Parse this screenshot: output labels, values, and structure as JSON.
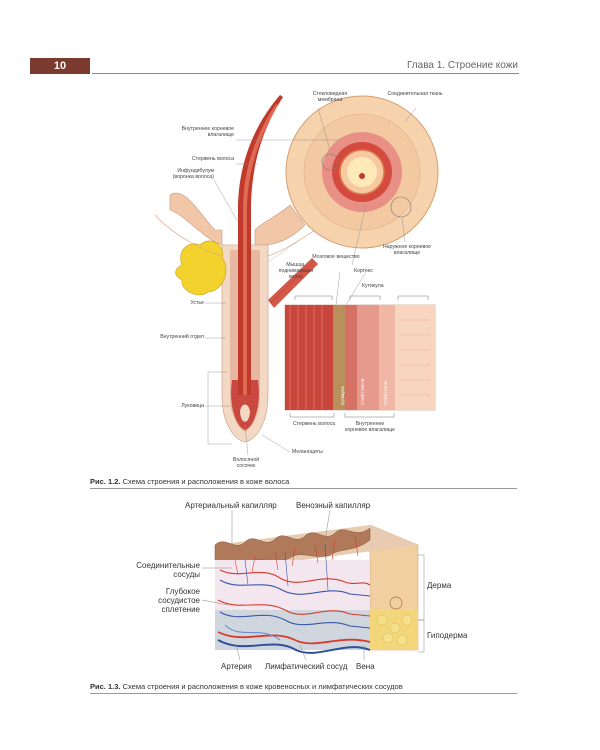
{
  "header": {
    "page_number": "10",
    "chapter_title": "Глава 1. Строение кожи"
  },
  "figure1": {
    "labels": {
      "vitreous_membrane": "Стекловидная мембрана",
      "connective_tissue": "Соединительная ткань",
      "inner_root_sheath_top": "Внутреннее корневое влагалище",
      "hair_shaft_top": "Стержень волоса",
      "infundibulum": "Инфундибулум (воронка волоса)",
      "medulla": "Мозговое вещество",
      "cortex": "Кортекс",
      "cuticle": "Кутикула",
      "arrector_muscle": "Мышца, поднимающая волос",
      "outer_root_sheath": "Наружное корневое влагалище",
      "isthmus": "Устье",
      "inner_part": "Внутренний отдел",
      "bulb": "Луковица",
      "dermal_papilla": "Волосяной сосочек",
      "melanocytes": "Меланоциты",
      "hair_shaft_bottom": "Стержень волоса",
      "inner_root_sheath_bottom": "Внутреннее корневое влагалище",
      "layer_cuticle": "Кутикула",
      "layer_huxley": "Слой Гексли",
      "layer_henle": "Слой Генле"
    },
    "caption_num": "Рис. 1.2.",
    "caption_text": "Схема строения и расположения в коже волоса"
  },
  "figure2": {
    "labels": {
      "arterial_capillary": "Артериальный капилляр",
      "venous_capillary": "Венозный капилляр",
      "connective_vessels": "Соединительные сосуды",
      "deep_plexus": "Глубокое сосудистое сплетение",
      "dermis": "Дерма",
      "hypodermis": "Гиподерма",
      "artery": "Артерия",
      "lymph_vessel": "Лимфатический сосуд",
      "vein": "Вена"
    },
    "caption_num": "Рис. 1.3.",
    "caption_text": "Схема строения и расположения в коже кровеносных и лимфатических сосудов"
  }
}
